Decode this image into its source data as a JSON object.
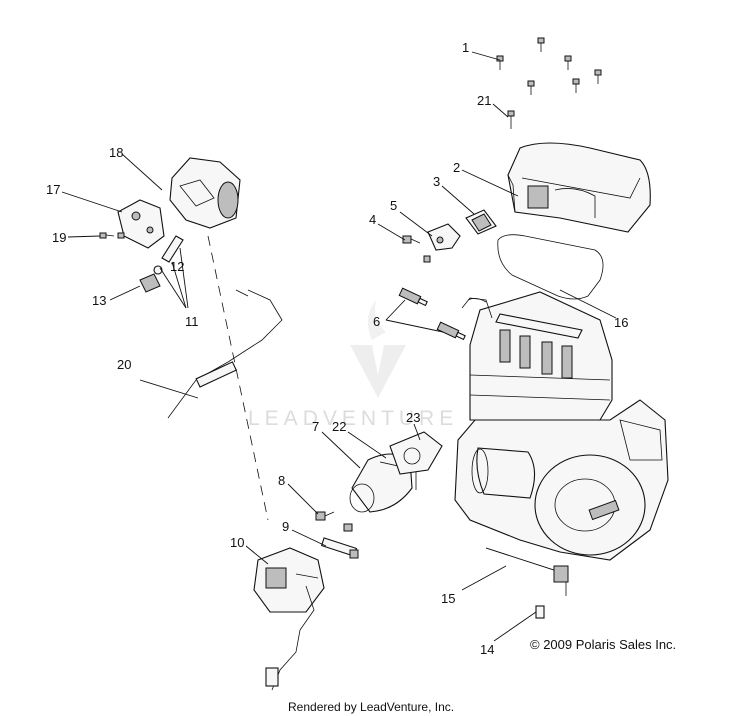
{
  "diagram": {
    "callouts": [
      "1",
      "2",
      "3",
      "4",
      "5",
      "6",
      "7",
      "8",
      "9",
      "10",
      "11",
      "12",
      "13",
      "14",
      "15",
      "16",
      "17",
      "18",
      "19",
      "20",
      "21",
      "22",
      "23"
    ],
    "watermark": "LEADVENTURE",
    "copyright": "© 2009 Polaris Sales Inc.",
    "footer": "Rendered by LeadVenture, Inc."
  }
}
